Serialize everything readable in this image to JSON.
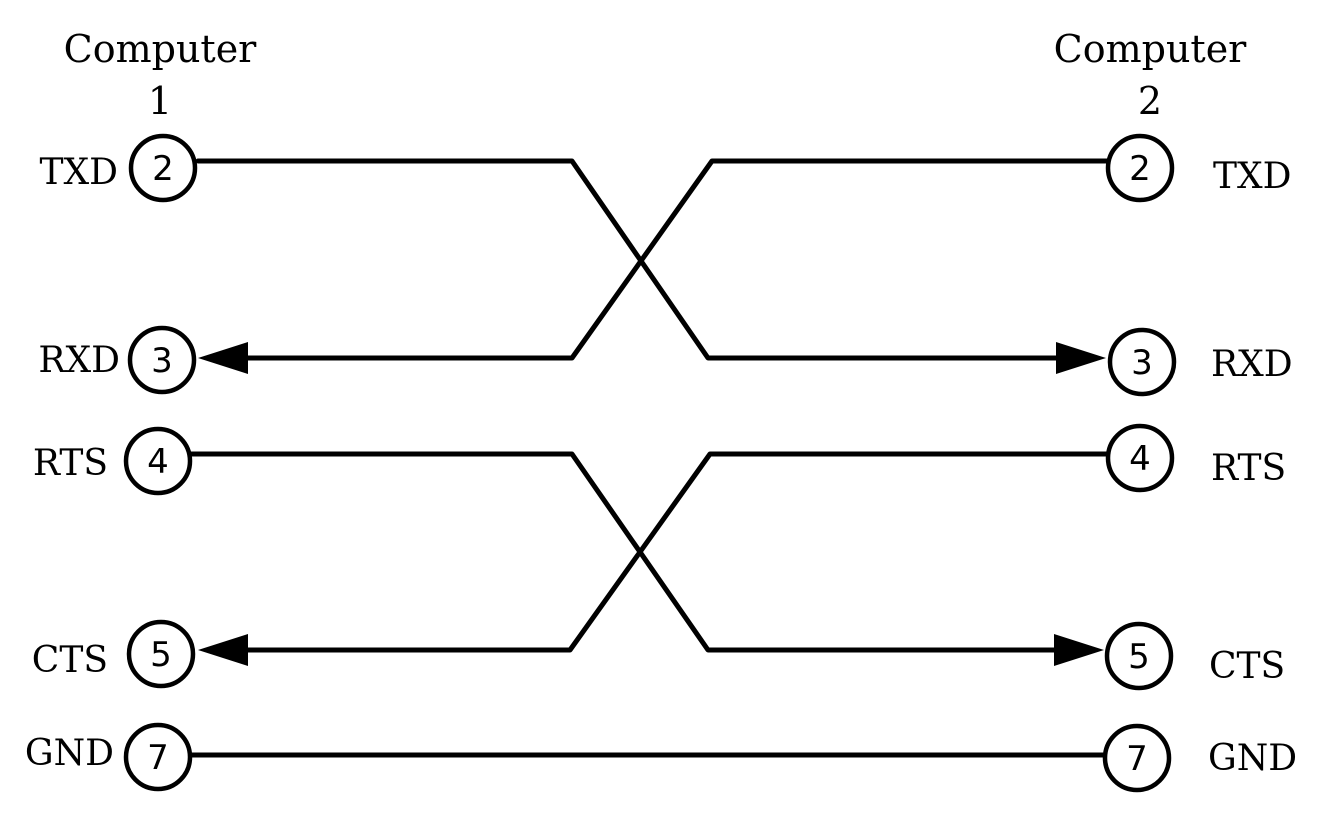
{
  "computer_1": {
    "heading": "Computer",
    "number": "1",
    "pins": [
      {
        "signal": "TXD",
        "pin": "2"
      },
      {
        "signal": "RXD",
        "pin": "3"
      },
      {
        "signal": "RTS",
        "pin": "4"
      },
      {
        "signal": "CTS",
        "pin": "5"
      },
      {
        "signal": "GND",
        "pin": "7"
      }
    ]
  },
  "computer_2": {
    "heading": "Computer",
    "number": "2",
    "pins": [
      {
        "signal": "TXD",
        "pin": "2"
      },
      {
        "signal": "RXD",
        "pin": "3"
      },
      {
        "signal": "RTS",
        "pin": "4"
      },
      {
        "signal": "CTS",
        "pin": "5"
      },
      {
        "signal": "GND",
        "pin": "7"
      }
    ]
  },
  "connections": [
    {
      "from": "computer_1.TXD",
      "to": "computer_2.RXD",
      "arrow_at": "computer_2"
    },
    {
      "from": "computer_2.TXD",
      "to": "computer_1.RXD",
      "arrow_at": "computer_1"
    },
    {
      "from": "computer_1.RTS",
      "to": "computer_2.CTS",
      "arrow_at": "computer_2"
    },
    {
      "from": "computer_2.RTS",
      "to": "computer_1.CTS",
      "arrow_at": "computer_1"
    },
    {
      "from": "computer_1.GND",
      "to": "computer_2.GND",
      "arrow_at": "none"
    }
  ]
}
